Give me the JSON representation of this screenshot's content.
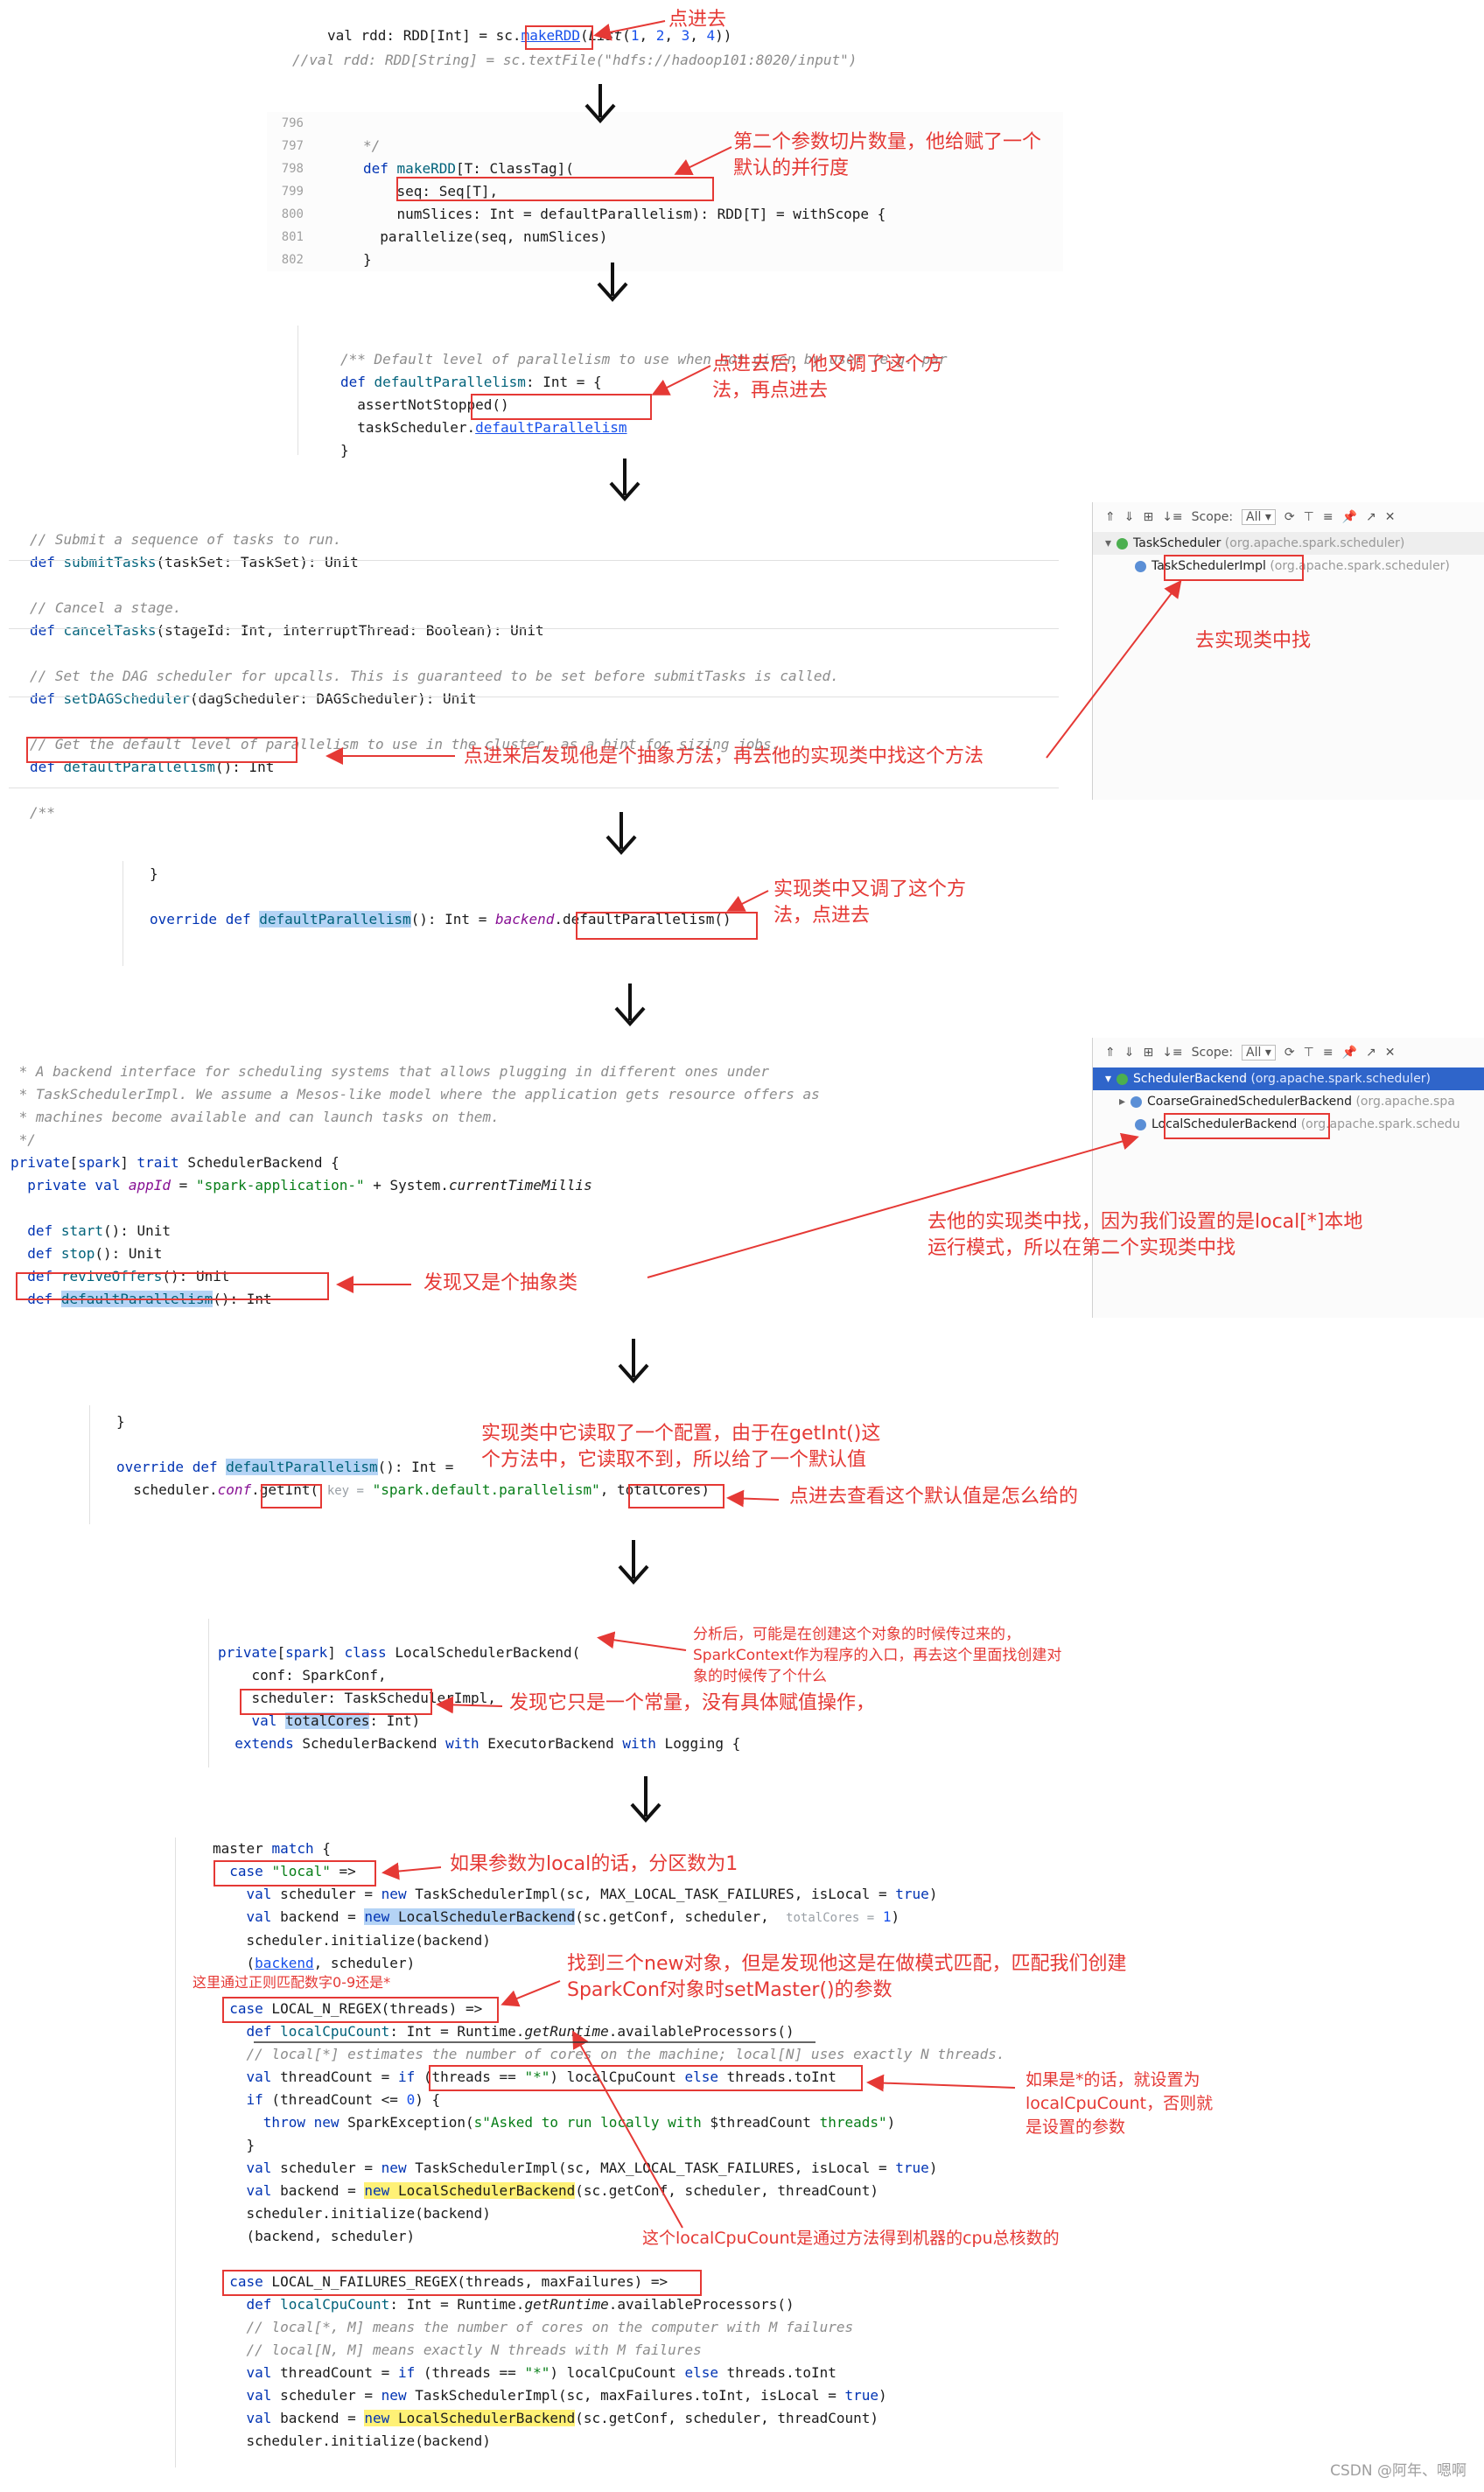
{
  "blocks": {
    "b1": {
      "line1": "val rdd: RDD[Int] = sc.makeRDD(List(1, 2, 3, 4))",
      "line2": "//val rdd: RDD[String] = sc.textFile(\"hdfs://hadoop101:8020/input\")"
    },
    "b2": {
      "gutter": [
        "796",
        "797",
        "798",
        "799",
        "800",
        "801",
        "802"
      ],
      "lines": [
        "*/",
        "def makeRDD[T: ClassTag](",
        "    seq: Seq[T],",
        "    numSlices: Int = defaultParallelism): RDD[T] = withScope {",
        "  parallelize(seq, numSlices)",
        "}",
        ""
      ]
    },
    "b3": {
      "lines": [
        "/** Default level of parallelism to use when not given by user (e.g. par",
        "def defaultParallelism: Int = {",
        "  assertNotStopped()",
        "  taskScheduler.defaultParallelism",
        "}"
      ]
    },
    "b4": {
      "lines": [
        "// Submit a sequence of tasks to run.",
        "def submitTasks(taskSet: TaskSet): Unit",
        "",
        "// Cancel a stage.",
        "def cancelTasks(stageId: Int, interruptThread: Boolean): Unit",
        "",
        "// Set the DAG scheduler for upcalls. This is guaranteed to be set before submitTasks is called.",
        "def setDAGScheduler(dagScheduler: DAGScheduler): Unit",
        "",
        "// Get the default level of parallelism to use in the cluster, as a hint for sizing jobs.",
        "def defaultParallelism(): Int",
        "",
        "/**"
      ]
    },
    "b5": {
      "lines": [
        "}",
        "",
        "override def defaultParallelism(): Int = backend.defaultParallelism()"
      ]
    },
    "b6": {
      "lines": [
        " * A backend interface for scheduling systems that allows plugging in different ones under",
        " * TaskSchedulerImpl. We assume a Mesos-like model where the application gets resource offers as",
        " * machines become available and can launch tasks on them.",
        " */",
        "private[spark] trait SchedulerBackend {",
        "  private val appId = \"spark-application-\" + System.currentTimeMillis",
        "",
        "  def start(): Unit",
        "  def stop(): Unit",
        "  def reviveOffers(): Unit",
        "  def defaultParallelism(): Int"
      ]
    },
    "b7": {
      "lines": [
        "}",
        "",
        "override def defaultParallelism(): Int =",
        "  scheduler.conf.getInt( key = \"spark.default.parallelism\", totalCores)"
      ]
    },
    "b8": {
      "lines": [
        "private[spark] class LocalSchedulerBackend(",
        "    conf: SparkConf,",
        "    scheduler: TaskSchedulerImpl,",
        "    val totalCores: Int)",
        "  extends SchedulerBackend with ExecutorBackend with Logging {"
      ]
    },
    "b9": {
      "lines": [
        "master match {",
        "  case \"local\" =>",
        "    val scheduler = new TaskSchedulerImpl(sc, MAX_LOCAL_TASK_FAILURES, isLocal = true)",
        "    val backend = new LocalSchedulerBackend(sc.getConf, scheduler,  totalCores = 1)",
        "    scheduler.initialize(backend)",
        "    (backend, scheduler)",
        "",
        "  case LOCAL_N_REGEX(threads) =>",
        "    def localCpuCount: Int = Runtime.getRuntime.availableProcessors()",
        "    // local[*] estimates the number of cores on the machine; local[N] uses exactly N threads.",
        "    val threadCount = if (threads == \"*\") localCpuCount else threads.toInt",
        "    if (threadCount <= 0) {",
        "      throw new SparkException(s\"Asked to run locally with $threadCount threads\")",
        "    }",
        "    val scheduler = new TaskSchedulerImpl(sc, MAX_LOCAL_TASK_FAILURES, isLocal = true)",
        "    val backend = new LocalSchedulerBackend(sc.getConf, scheduler, threadCount)",
        "    scheduler.initialize(backend)",
        "    (backend, scheduler)",
        "",
        "  case LOCAL_N_FAILURES_REGEX(threads, maxFailures) =>",
        "    def localCpuCount: Int = Runtime.getRuntime.availableProcessors()",
        "    // local[*, M] means the number of cores on the computer with M failures",
        "    // local[N, M] means exactly N threads with M failures",
        "    val threadCount = if (threads == \"*\") localCpuCount else threads.toInt",
        "    val scheduler = new TaskSchedulerImpl(sc, maxFailures.toInt, isLocal = true)",
        "    val backend = new LocalSchedulerBackend(sc.getConf, scheduler, threadCount)",
        "    scheduler.initialize(backend)"
      ]
    }
  },
  "hierarchy1": {
    "scope_label": "Scope:",
    "scope_value": "All",
    "items": [
      {
        "name": "TaskScheduler",
        "pkg": "(org.apache.spark.scheduler)"
      },
      {
        "name": "TaskSchedulerImpl",
        "pkg": "(org.apache.spark.scheduler)"
      }
    ]
  },
  "hierarchy2": {
    "scope_label": "Scope:",
    "scope_value": "All",
    "items": [
      {
        "name": "SchedulerBackend",
        "pkg": "(org.apache.spark.scheduler)"
      },
      {
        "name": "CoarseGrainedSchedulerBackend",
        "pkg": "(org.apache.spa"
      },
      {
        "name": "LocalSchedulerBackend",
        "pkg": "(org.apache.spark.schedu"
      }
    ]
  },
  "annotations": {
    "a1": "点进去",
    "a2": "第二个参数切片数量，他给赋了一个\n默认的并行度",
    "a3": "点进去后，他又调了这个方\n法，再点进去",
    "a4": "去实现类中找",
    "a5": "点进来后发现他是个抽象方法，再去他的实现类中找这个方法",
    "a6": "实现类中又调了这个方\n法，点进去",
    "a7": "去他的实现类中找，因为我们设置的是local[*]本地\n运行模式，所以在第二个实现类中找",
    "a8": "发现又是个抽象类",
    "a9": "实现类中它读取了一个配置，由于在getInt()这\n个方法中，它读取不到，所以给了一个默认值",
    "a10": "点进去查看这个默认值是怎么给的",
    "a11": "分析后，可能是在创建这个对象的时候传过来的，\nSparkContext作为程序的入口，再去这个里面找创建对\n象的时候传了个什么",
    "a12": "发现它只是一个常量，没有具体赋值操作，",
    "a13": "如果参数为local的话，分区数为1",
    "a14": "这里通过正则匹配数字0-9还是*",
    "a15": "找到三个new对象，但是发现他这是在做模式匹配，匹配我们创建\nSparkConf对象时setMaster()的参数",
    "a16": "如果是*的话，就设置为\nlocalCpuCount，否则就\n是设置的参数",
    "a17": "这个localCpuCount是通过方法得到机器的cpu总核数的"
  },
  "watermark": "CSDN @阿年、嗯啊",
  "colors": {
    "annotation": "#e53935",
    "selection": "#2f65ca",
    "highlight_blue": "#b4d3f5",
    "highlight_yellow": "#fff176"
  }
}
